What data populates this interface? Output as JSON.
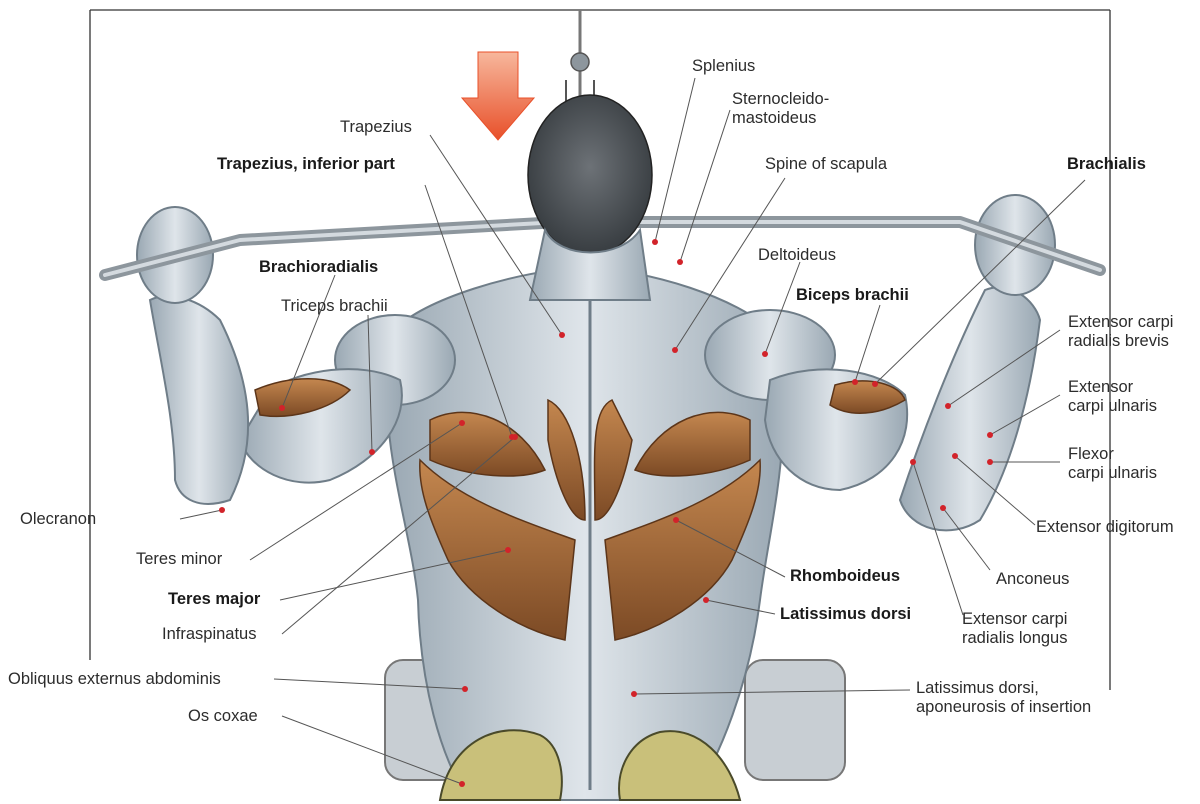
{
  "colors": {
    "skin_muscle": "#cfd7dd",
    "muscle_shade": "#8c9aa6",
    "working_muscle": "#a86b3c",
    "arrow": "#e8502a",
    "bone": "#c9c07a",
    "leader": "#555555",
    "frame": "#333333"
  },
  "arrow_icon": "arrow-down-icon",
  "labels": {
    "splenius": "Splenius",
    "sternocleido": "Sternocleido-\nmastoideus",
    "trapezius": "Trapezius",
    "trapezius_inferior": "Trapezius, inferior part",
    "spine_scapula": "Spine of scapula",
    "brachialis": "Brachialis",
    "brachioradialis": "Brachioradialis",
    "deltoideus": "Deltoideus",
    "triceps": "Triceps brachii",
    "biceps": "Biceps brachii",
    "ecr_brevis": "Extensor carpi\nradialis brevis",
    "ec_ulnaris": "Extensor\ncarpi ulnaris",
    "fc_ulnaris": "Flexor\ncarpi ulnaris",
    "olecranon": "Olecranon",
    "ext_digitorum": "Extensor digitorum",
    "teres_minor": "Teres minor",
    "teres_major": "Teres major",
    "rhomboideus": "Rhomboideus",
    "anconeus": "Anconeus",
    "infraspinatus": "Infraspinatus",
    "latissimus": "Latissimus dorsi",
    "ecr_longus": "Extensor carpi\nradialis longus",
    "obliquus": "Obliquus externus abdominis",
    "lat_aponeurosis": "Latissimus dorsi,\naponeurosis of insertion",
    "os_coxae": "Os coxae"
  }
}
